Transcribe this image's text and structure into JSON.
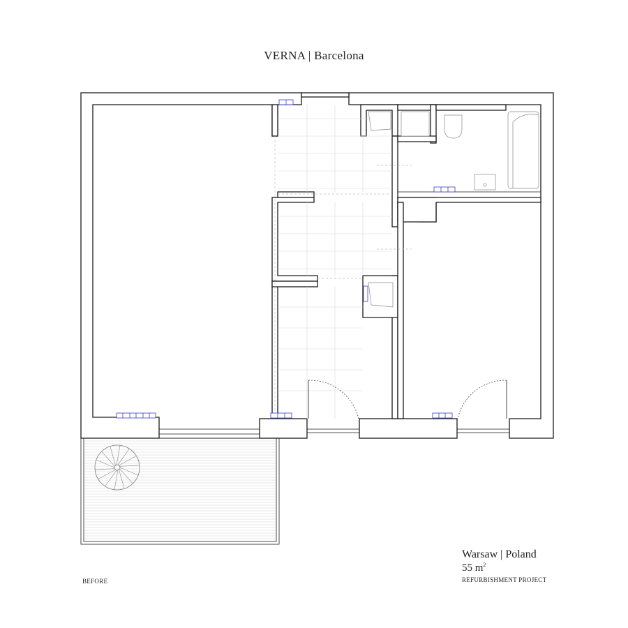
{
  "header": {
    "title": "VERNA | Barcelona"
  },
  "footer": {
    "stage": "BEFORE",
    "location": "Warsaw | Poland",
    "area_value": "55 m",
    "area_sup": "2",
    "project": "REFURBISHMENT PROJECT"
  }
}
